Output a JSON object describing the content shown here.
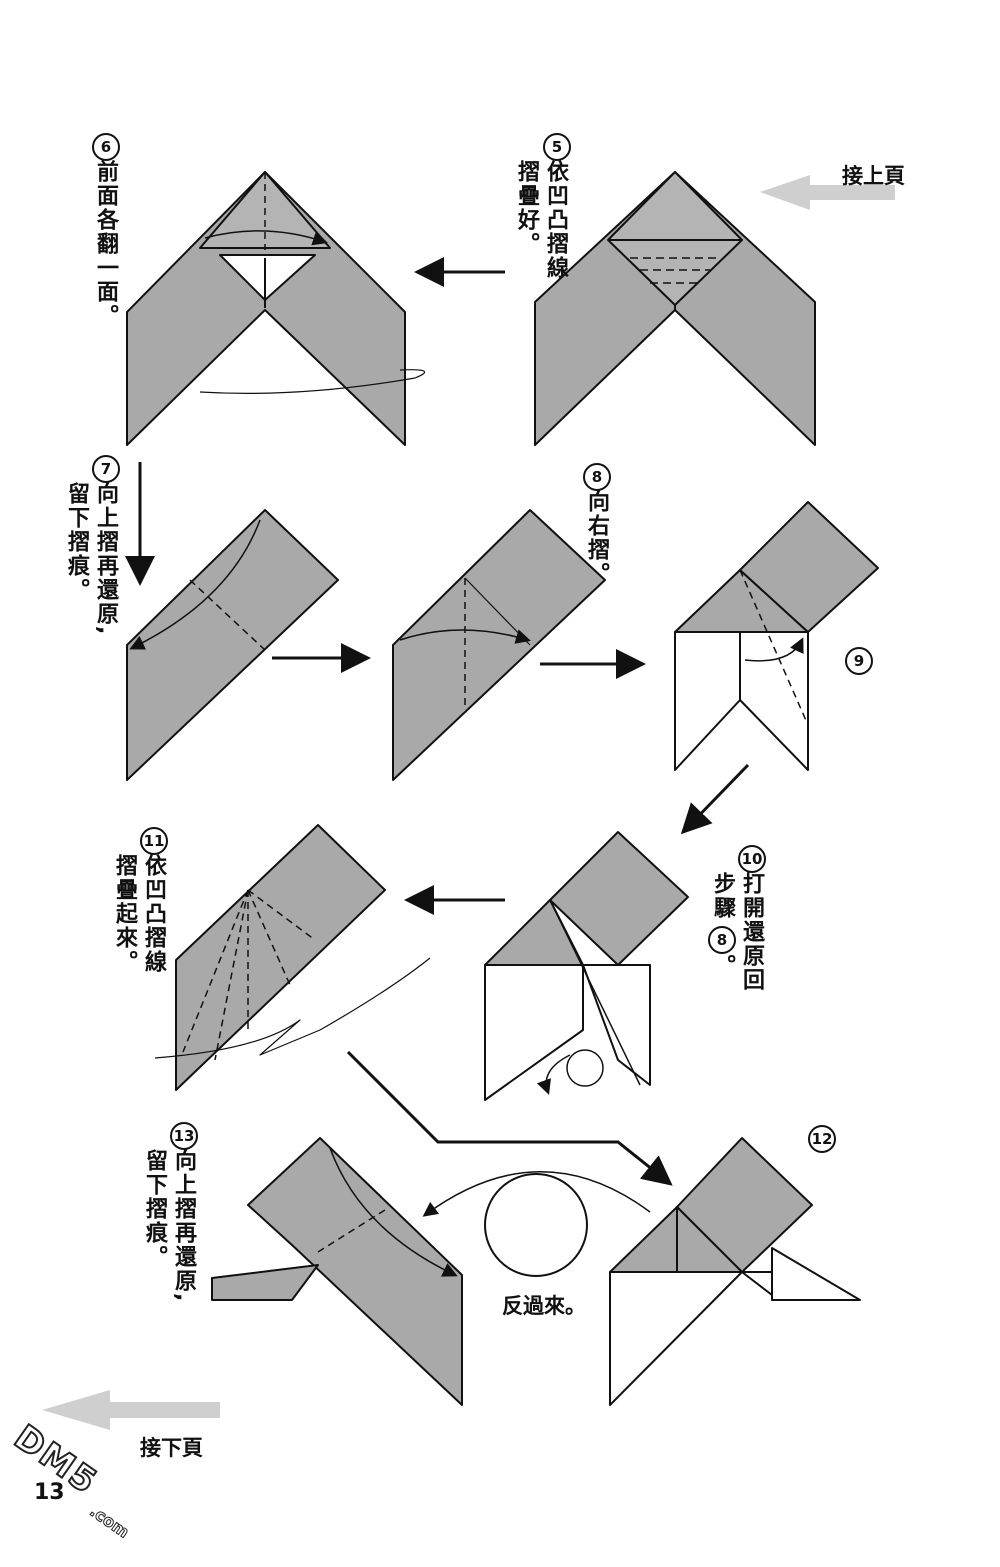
{
  "page": {
    "number": "13",
    "continue_from": "接上頁",
    "continue_to": "接下頁"
  },
  "steps": [
    {
      "num": "5",
      "line1": "依凹凸摺線",
      "line2": "摺疊好。"
    },
    {
      "num": "6",
      "line1": "前面各翻一面。"
    },
    {
      "num": "7",
      "line1": "向上摺再還原,",
      "line2": "留下摺痕。"
    },
    {
      "num": "8",
      "line1": "向右摺。"
    },
    {
      "num": "9"
    },
    {
      "num": "10",
      "line1": "打開還原回",
      "line2": "步驟",
      "ref": "8",
      "suffix": "。"
    },
    {
      "num": "11",
      "line1": "依凹凸摺線",
      "line2": "摺疊起來。"
    },
    {
      "num": "12"
    },
    {
      "num": "13",
      "line1": "向上摺再還原,",
      "line2": "留下摺痕。"
    }
  ],
  "flip_label": "反過來。",
  "watermark": {
    "text": "DM5",
    "sub": ".com"
  },
  "colors": {
    "paper_gray": "#a9a9a9",
    "paper_white": "#ffffff",
    "line": "#111111",
    "arrow_gray": "#c8c8c8"
  }
}
